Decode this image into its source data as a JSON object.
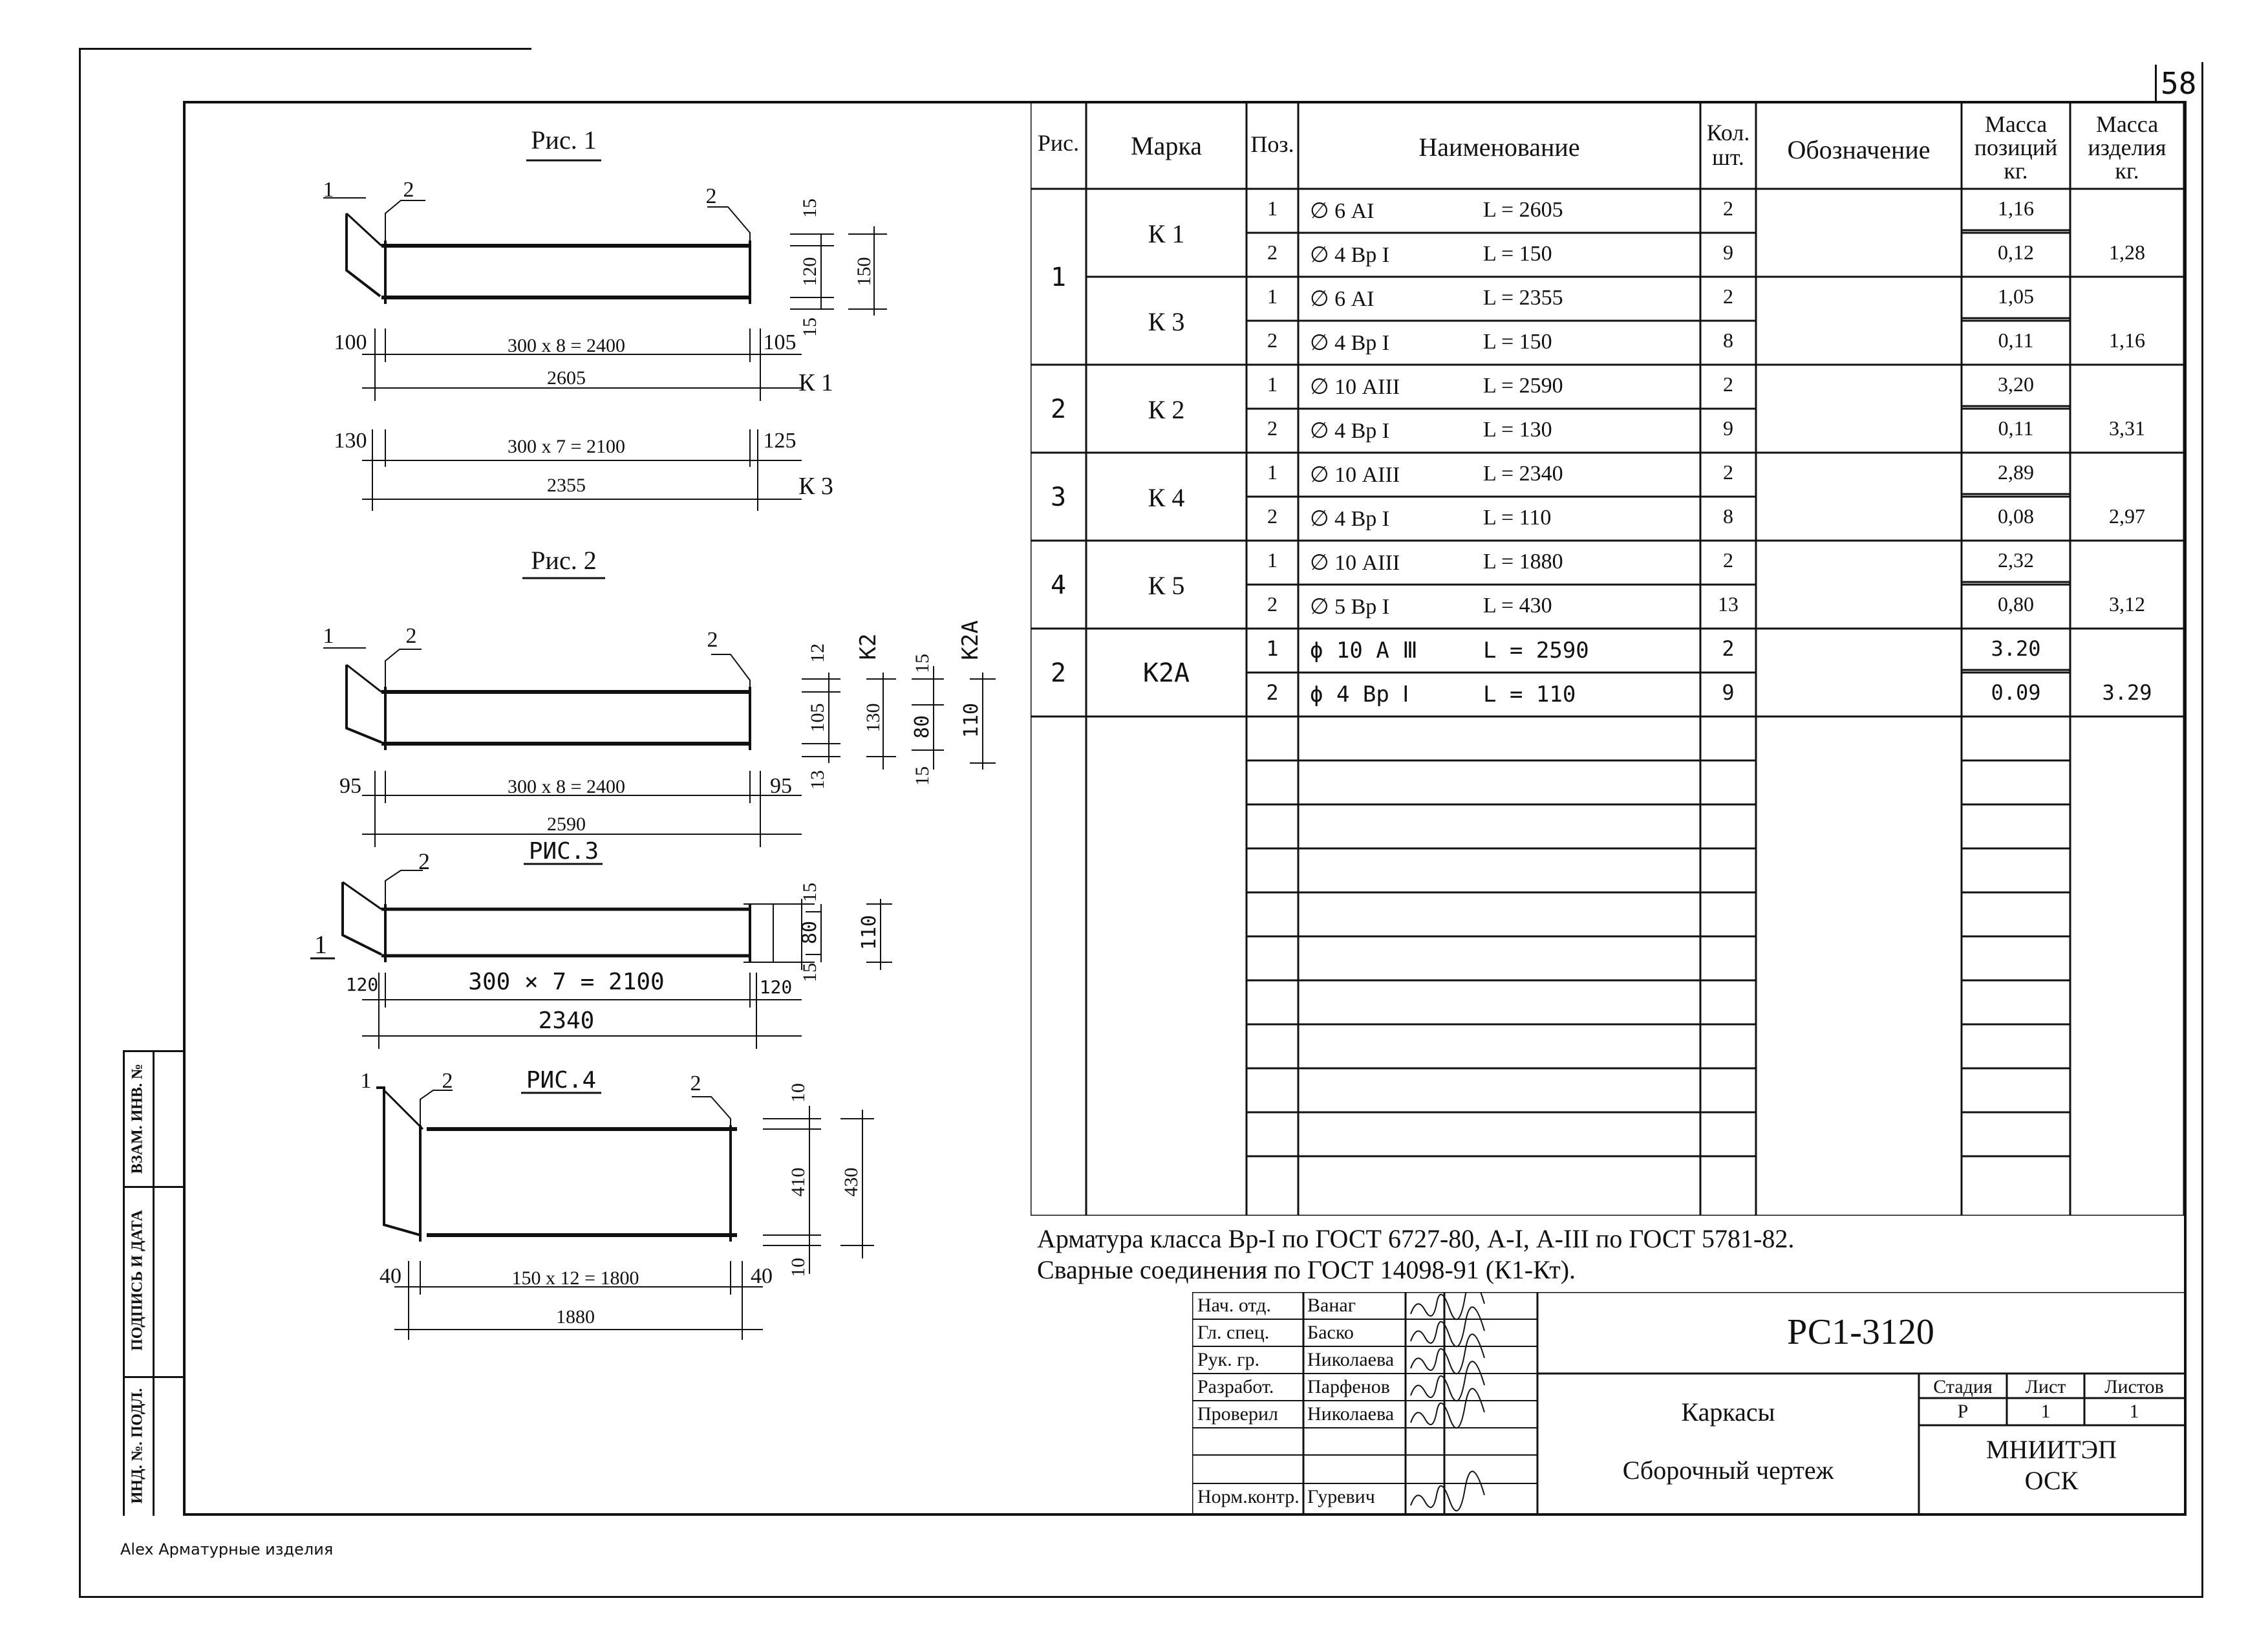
{
  "sheet_number": "58",
  "figures": {
    "fig1": {
      "title": "Рис. 1",
      "labels": [
        "1",
        "2",
        "2"
      ],
      "dims_k1": {
        "left": "100",
        "mid": "300 x 8 = 2400",
        "right": "105",
        "total": "2605",
        "mark": "К 1"
      },
      "dims_k3": {
        "left": "130",
        "mid": "300 x 7 = 2100",
        "right": "125",
        "total": "2355",
        "mark": "К 3"
      },
      "vert": {
        "top": "15",
        "mid": "120",
        "bottom": "15",
        "total": "150"
      }
    },
    "fig2": {
      "title": "Рис. 2",
      "labels": [
        "1",
        "2",
        "2"
      ],
      "dims": {
        "left": "95",
        "mid": "300 x 8 = 2400",
        "right": "95",
        "total": "2590"
      },
      "vert_k2": {
        "top": "12",
        "mid": "105",
        "bottom": "13",
        "total": "130",
        "mark": "К2"
      },
      "vert_k2a": {
        "top": "15",
        "mid": "80",
        "bottom": "15",
        "total": "110",
        "mark": "К2А"
      }
    },
    "fig3": {
      "title": "РИС.3",
      "labels": [
        "1",
        "2"
      ],
      "dims": {
        "left": "120",
        "mid": "300 × 7 = 2100",
        "right": "120",
        "total": "2340"
      },
      "vert": {
        "top": "15",
        "mid": "80",
        "bottom": "15",
        "total": "110"
      }
    },
    "fig4": {
      "title": "РИС.4",
      "labels": [
        "1",
        "2",
        "2"
      ],
      "dims": {
        "left": "40",
        "mid": "150 x 12 = 1800",
        "right": "40",
        "total": "1880"
      },
      "vert": {
        "top": "10",
        "mid": "410",
        "bottom": "10",
        "total": "430"
      }
    }
  },
  "spec_table": {
    "headers": {
      "fig": "Рис.",
      "mark": "Марка",
      "pos": "Поз.",
      "name": "Наименование",
      "qty_1": "Кол.",
      "qty_2": "шт.",
      "designation": "Обозначение",
      "mass_pos_1": "Масса",
      "mass_pos_2": "позиций",
      "mass_pos_3": "кг.",
      "mass_item_1": "Масса",
      "mass_item_2": "изделия",
      "mass_item_3": "кг."
    },
    "groups": [
      {
        "fig": "1",
        "items": [
          {
            "mark": "К 1",
            "total": "1,28",
            "rows": [
              {
                "pos": "1",
                "dia": "∅ 6 АI",
                "len": "L = 2605",
                "qty": "2",
                "mass": "1,16"
              },
              {
                "pos": "2",
                "dia": "∅ 4 Вр I",
                "len": "L = 150",
                "qty": "9",
                "mass": "0,12"
              }
            ]
          },
          {
            "mark": "К 3",
            "total": "1,16",
            "rows": [
              {
                "pos": "1",
                "dia": "∅ 6 АI",
                "len": "L = 2355",
                "qty": "2",
                "mass": "1,05"
              },
              {
                "pos": "2",
                "dia": "∅ 4 Вр I",
                "len": "L = 150",
                "qty": "8",
                "mass": "0,11"
              }
            ]
          }
        ]
      },
      {
        "fig": "2",
        "items": [
          {
            "mark": "К 2",
            "total": "3,31",
            "rows": [
              {
                "pos": "1",
                "dia": "∅ 10 АIII",
                "len": "L = 2590",
                "qty": "2",
                "mass": "3,20"
              },
              {
                "pos": "2",
                "dia": "∅ 4 Вр I",
                "len": "L = 130",
                "qty": "9",
                "mass": "0,11"
              }
            ]
          }
        ]
      },
      {
        "fig": "3",
        "items": [
          {
            "mark": "К 4",
            "total": "2,97",
            "rows": [
              {
                "pos": "1",
                "dia": "∅ 10 АIII",
                "len": "L = 2340",
                "qty": "2",
                "mass": "2,89"
              },
              {
                "pos": "2",
                "dia": "∅ 4 Вр I",
                "len": "L = 110",
                "qty": "8",
                "mass": "0,08"
              }
            ]
          }
        ]
      },
      {
        "fig": "4",
        "items": [
          {
            "mark": "К 5",
            "total": "3,12",
            "rows": [
              {
                "pos": "1",
                "dia": "∅ 10 АIII",
                "len": "L = 1880",
                "qty": "2",
                "mass": "2,32"
              },
              {
                "pos": "2",
                "dia": "∅ 5 Вр I",
                "len": "L = 430",
                "qty": "13",
                "mass": "0,80"
              }
            ]
          }
        ]
      },
      {
        "fig": "2",
        "items": [
          {
            "mark": "К2А",
            "total": "3.29",
            "rows": [
              {
                "pos": "1",
                "dia": "ϕ 10 А Ⅲ",
                "len": "L = 2590",
                "qty": "2",
                "mass": "3.20"
              },
              {
                "pos": "2",
                "dia": "ϕ 4 Вр Ⅰ",
                "len": "L = 110",
                "qty": "9",
                "mass": "0.09"
              }
            ]
          }
        ]
      }
    ]
  },
  "notes": [
    "Арматура  класса Вр-I по ГОСТ 6727-80,  А-I, А-III по ГОСТ 5781-82.",
    "Сварные соединения по ГОСТ 14098-91 (К1-Кт)."
  ],
  "title_block": {
    "code": "РС1-3120",
    "title_1": "Каркасы",
    "title_2": "Сборочный   чертеж",
    "stage_label": "Стадия",
    "sheet_label": "Лист",
    "sheets_label": "Листов",
    "stage": "Р",
    "sheet": "1",
    "sheets": "1",
    "org_1": "МНИИТЭП",
    "org_2": "ОСК",
    "signers": [
      {
        "role": "Нач. отд.",
        "name": "Ванаг"
      },
      {
        "role": "Гл. спец.",
        "name": "Баско"
      },
      {
        "role": "Рук. гр.",
        "name": "Николаева"
      },
      {
        "role": "Разработ.",
        "name": "Парфенов"
      },
      {
        "role": "Проверил",
        "name": "Николаева"
      },
      {
        "role": "",
        "name": ""
      },
      {
        "role": "",
        "name": ""
      },
      {
        "role": "Норм.контр.",
        "name": "Гуревич"
      }
    ]
  },
  "side_stamp": {
    "vzam": "ВЗАМ. ИНВ. №",
    "podpis": "ПОДПИСЬ И ДАТА",
    "inv": "ИНД. №. ПОДЛ."
  },
  "footer": "Alex Арматурные изделия"
}
